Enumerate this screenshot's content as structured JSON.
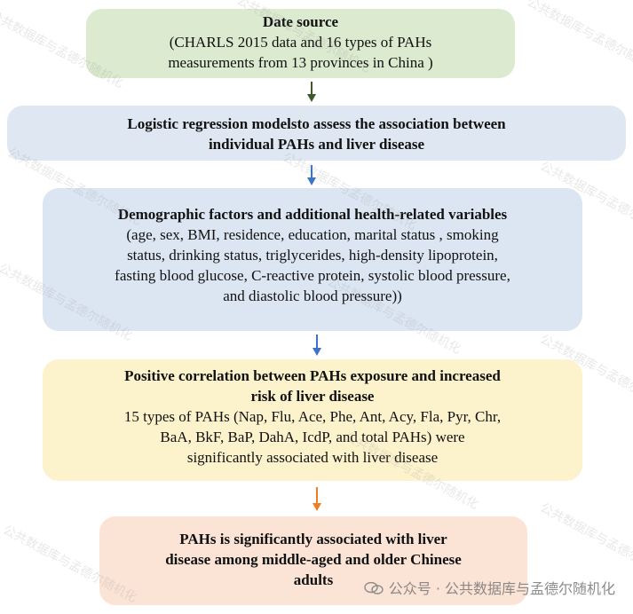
{
  "colors": {
    "box1_bg": "#dcead0",
    "box2_bg": "#dfe7f2",
    "box3_bg": "#dce6f3",
    "box4_bg": "#fcf2cc",
    "box5_bg": "#fbe3d6",
    "arrow1": "#3e5a2c",
    "arrow2": "#3d72c4",
    "arrow3": "#3d72c4",
    "arrow4": "#ef7d22"
  },
  "boxes": {
    "data_source": {
      "title": "Date source",
      "lines": [
        "(CHARLS 2015 data and 16 types of PAHs",
        "measurements from 13 provinces in China )"
      ]
    },
    "logistic": {
      "lines": [
        "Logistic regression modelsto assess the association between",
        "individual PAHs and liver disease"
      ]
    },
    "covariates": {
      "title": "Demographic factors and additional health-related variables",
      "lines": [
        "(age, sex, BMI, residence, education, marital status , smoking",
        "status, drinking status, triglycerides, high-density lipoprotein,",
        "fasting blood glucose, C-reactive protein, systolic blood pressure,",
        "and diastolic blood pressure))"
      ]
    },
    "correlation": {
      "title_lines": [
        "Positive correlation between PAHs exposure and increased",
        "risk of liver disease"
      ],
      "lines": [
        "15 types of PAHs (Nap, Flu, Ace, Phe, Ant, Acy, Fla, Pyr, Chr,",
        "BaA, BkF, BaP, DahA, IcdP, and total PAHs) were",
        "significantly associated with liver disease"
      ]
    },
    "conclusion": {
      "lines": [
        "PAHs is significantly associated with liver",
        "disease among middle-aged and older Chinese",
        "adults"
      ]
    }
  },
  "watermark": {
    "text": "公共数据库与孟德尔随机化",
    "footer_text": "公众号 · 公共数据库与孟德尔随机化",
    "icon": "wechat-icon"
  }
}
